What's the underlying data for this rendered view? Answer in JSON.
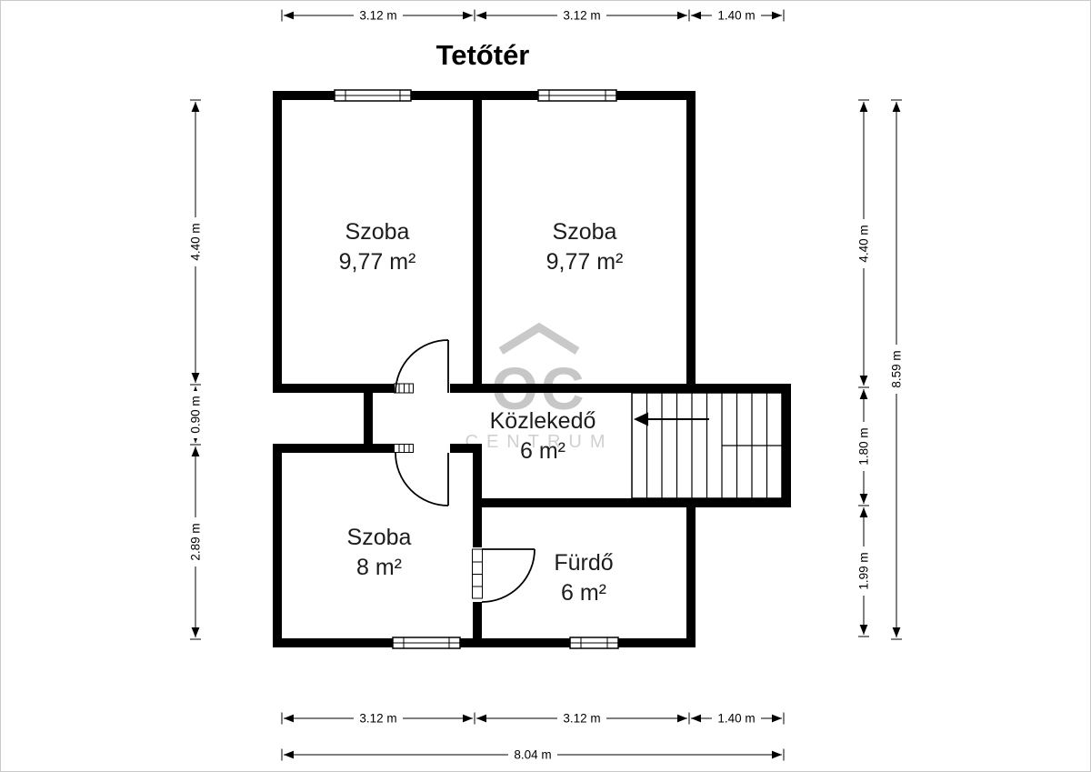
{
  "title": "Tetőtér",
  "watermark": {
    "logo": "OC",
    "name": "CENTRUM"
  },
  "rooms": [
    {
      "name": "Szoba",
      "area": "9,77 m²"
    },
    {
      "name": "Szoba",
      "area": "9,77 m²"
    },
    {
      "name": "Közlekedő",
      "area": "6 m²"
    },
    {
      "name": "Szoba",
      "area": "8 m²"
    },
    {
      "name": "Fürdő",
      "area": "6 m²"
    }
  ],
  "dimensions": {
    "top": [
      "3.12 m",
      "3.12 m",
      "1.40 m"
    ],
    "left": [
      "4.40 m",
      "0.90 m",
      "2.89 m"
    ],
    "right": [
      "4.40 m",
      "1.80 m",
      "1.99 m"
    ],
    "right_total": "8.59 m",
    "bottom": [
      "3.12 m",
      "3.12 m",
      "1.40 m"
    ],
    "bottom_total": "8.04 m"
  },
  "colors": {
    "wall": "#000000",
    "room_text": "#1c1c1c",
    "dimension": "#000000",
    "watermark": "#c8c8c8"
  }
}
